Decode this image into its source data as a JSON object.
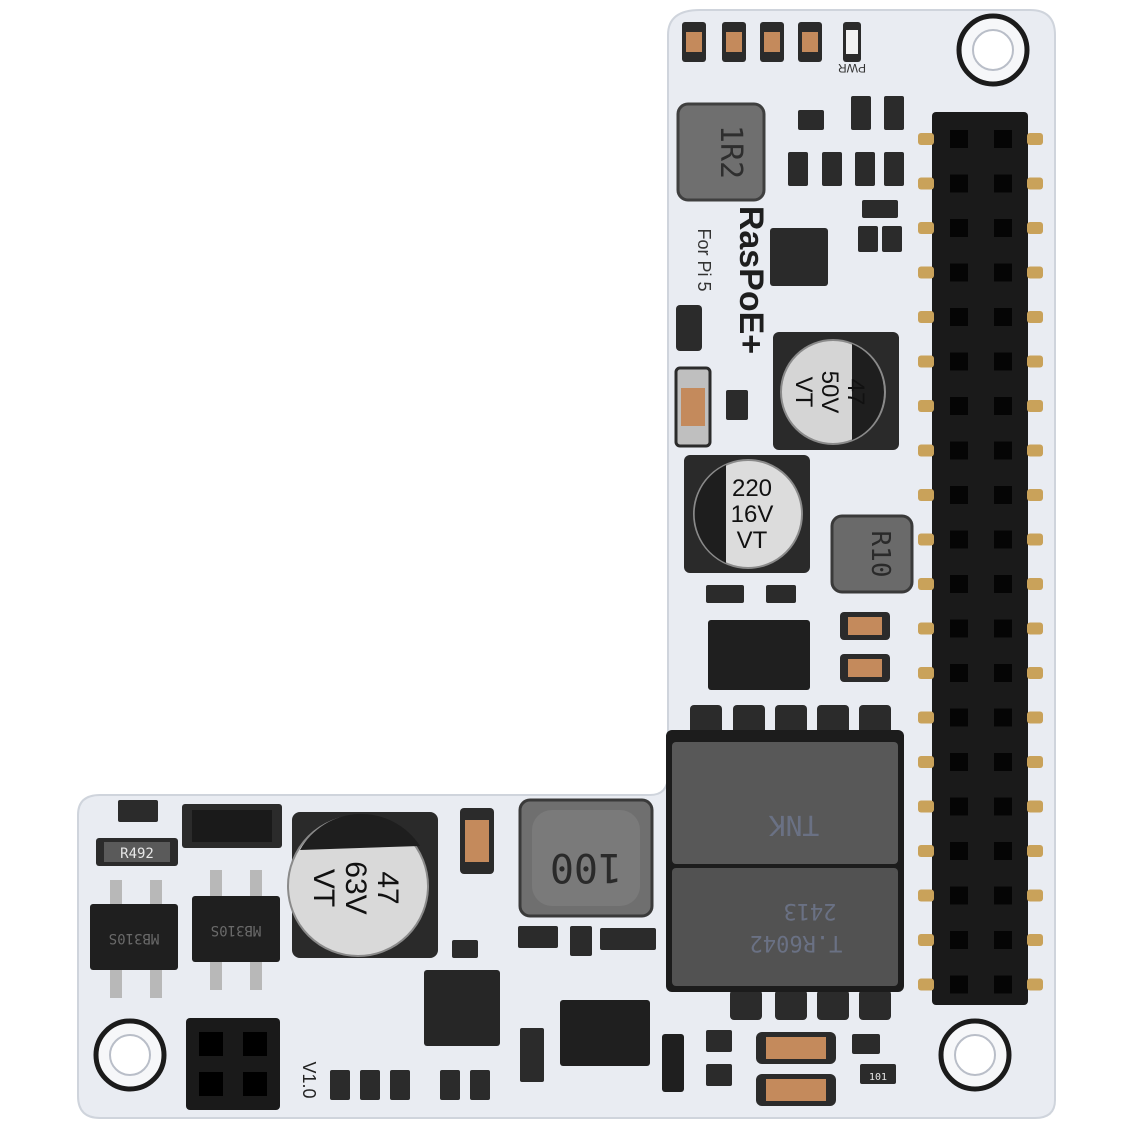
{
  "board": {
    "name": "RasPoE+",
    "subtitle": "For Pi 5",
    "version": "V1.0",
    "pwr_label": "PWR"
  },
  "components": {
    "cap_top": {
      "line1": "47",
      "line2": "50V",
      "line3": "VT"
    },
    "cap_mid": {
      "line1": "220",
      "line2": "16V",
      "line3": "VT"
    },
    "cap_bottom": {
      "line1": "47",
      "line2": "63V",
      "line3": "VT"
    },
    "inductor_top": "1R2",
    "inductor_mid": "R10",
    "inductor_bottom": "100",
    "transformer": {
      "line1": "TNK",
      "line2": "2413",
      "line3": "T.R6042"
    },
    "bridge_left": "MB310S",
    "bridge_right": "MB310S",
    "resistor_small": "R492",
    "resistor_small_2": "101"
  },
  "colors": {
    "pcb": "#e9ecf2",
    "header": "#1a1a1a",
    "pins": "#c9a25a",
    "cap_body": "#d9d9d9",
    "component_dark": "#2a2a2a"
  }
}
